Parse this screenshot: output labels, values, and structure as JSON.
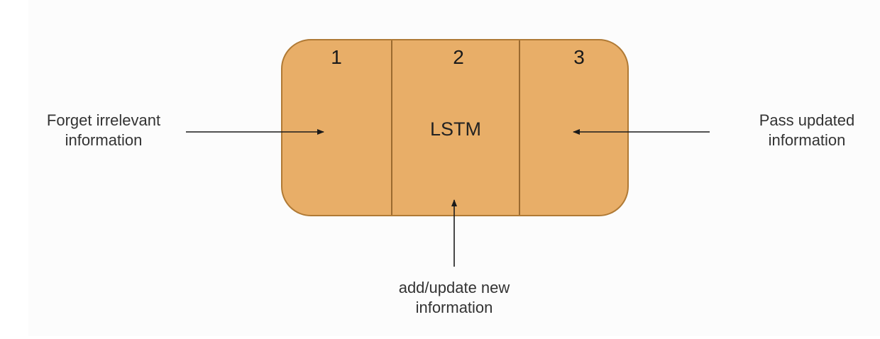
{
  "diagram": {
    "box_label": "LSTM",
    "sections": [
      {
        "number": "1"
      },
      {
        "number": "2"
      },
      {
        "number": "3"
      }
    ],
    "inputs": {
      "forget": "Forget irrelevant\ninformation",
      "pass": "Pass updated\ninformation",
      "add": "add/update new\ninformation"
    },
    "colors": {
      "box_fill": "#e8ae68",
      "box_border": "#b07a35",
      "arrow": "#1a1a1a"
    }
  }
}
